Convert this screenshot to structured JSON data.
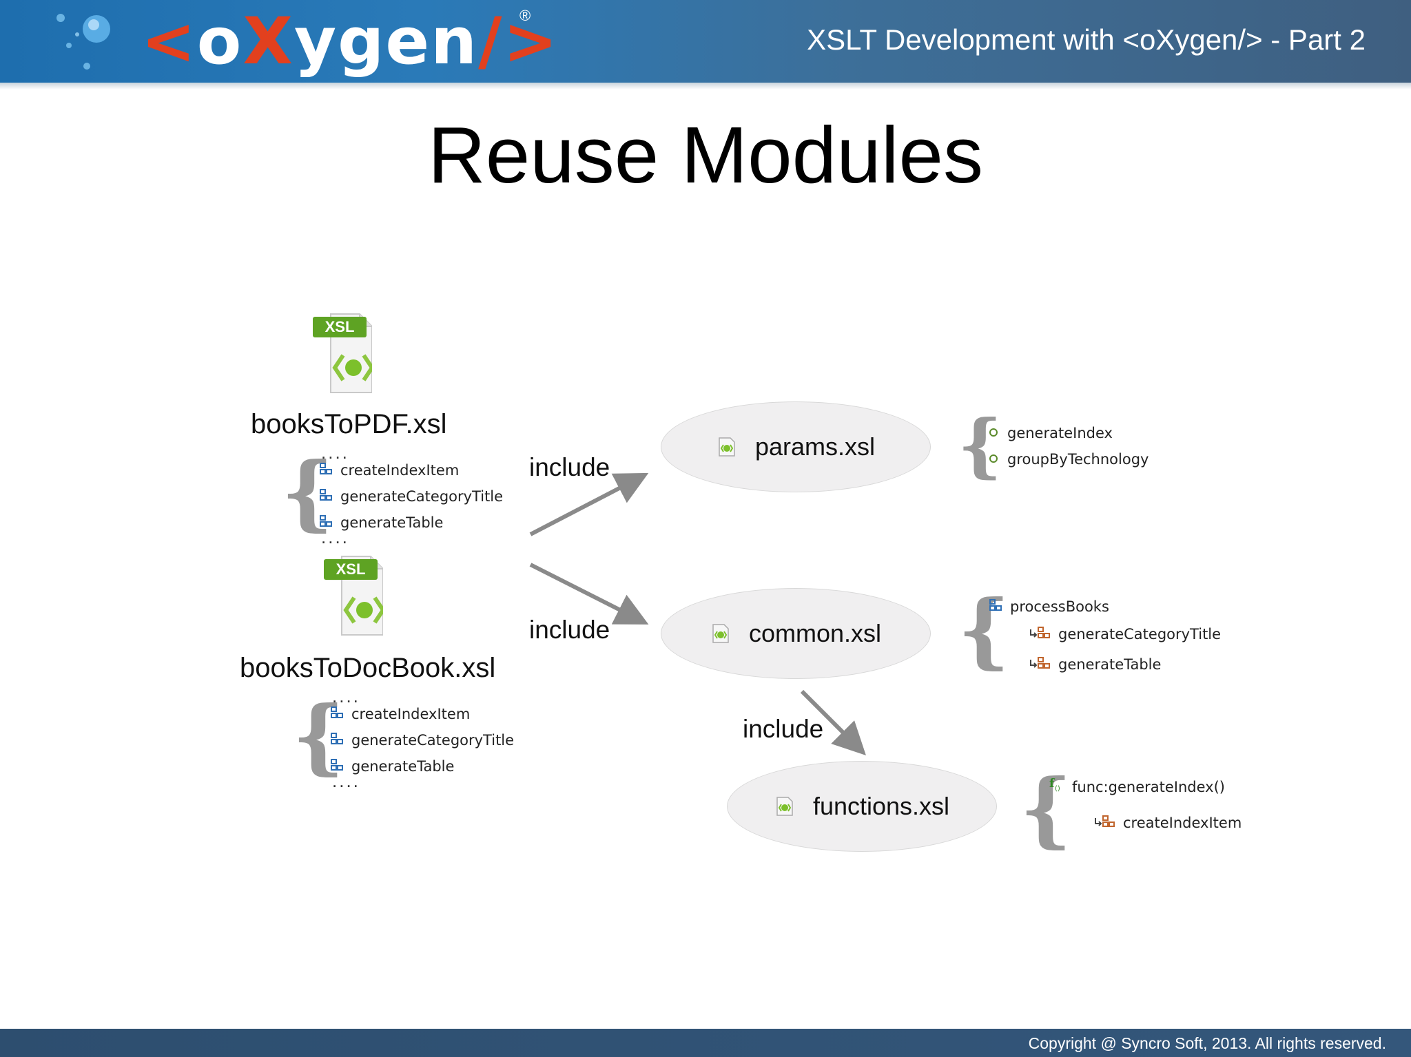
{
  "header": {
    "logo_text": "<oXygen/>",
    "logo_reg": "®",
    "title": "XSLT Development with <oXygen/> - Part 2"
  },
  "slide": {
    "title": "Reuse Modules"
  },
  "colors": {
    "header_blue": "#1e6eae",
    "logo_red": "#e2401e",
    "xsl_green": "#5ea323",
    "template_blue": "#2e6fb5",
    "template_orange": "#c0642c"
  },
  "left_files": [
    {
      "badge": "XSL",
      "name": "booksToPDF.xsl",
      "items": [
        "createIndexItem",
        "generateCategoryTitle",
        "generateTable"
      ],
      "dots": "...."
    },
    {
      "badge": "XSL",
      "name": "booksToDocBook.xsl",
      "items": [
        "createIndexItem",
        "generateCategoryTitle",
        "generateTable"
      ],
      "dots": "...."
    }
  ],
  "modules": [
    {
      "name": "params.xsl",
      "items": [
        {
          "icon": "param-icon",
          "label": "generateIndex"
        },
        {
          "icon": "param-icon",
          "label": "groupByTechnology"
        }
      ]
    },
    {
      "name": "common.xsl",
      "items": [
        {
          "icon": "template-icon",
          "label": "processBooks"
        },
        {
          "icon": "called-template-icon",
          "label": "generateCategoryTitle"
        },
        {
          "icon": "called-template-icon",
          "label": "generateTable"
        }
      ]
    },
    {
      "name": "functions.xsl",
      "items": [
        {
          "icon": "function-icon",
          "label": "func:generateIndex()"
        },
        {
          "icon": "called-template-icon",
          "label": "createIndexItem"
        }
      ]
    }
  ],
  "relations": {
    "include_1": "include",
    "include_2": "include",
    "include_3": "include"
  },
  "footer": {
    "copyright": "Copyright @ Syncro Soft, 2013. All rights reserved."
  }
}
